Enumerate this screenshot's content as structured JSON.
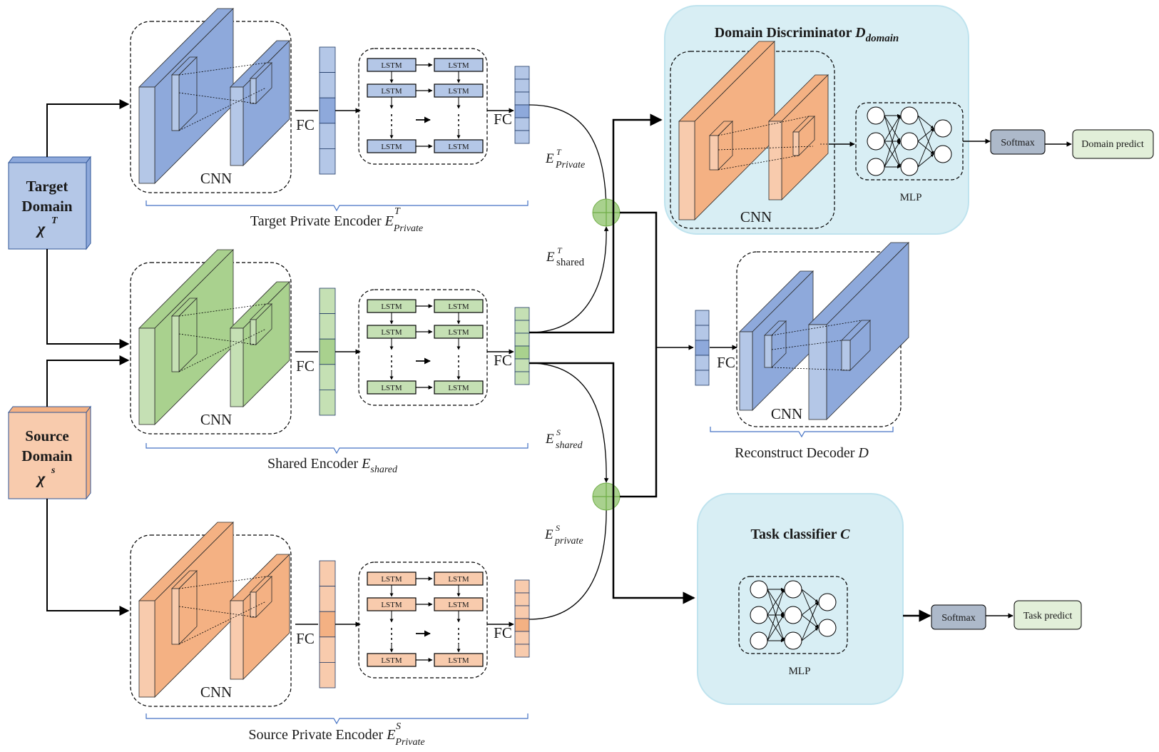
{
  "domains": {
    "target": {
      "line1": "Target",
      "line2": "Domain",
      "symbol": "χ",
      "sup": "T"
    },
    "source": {
      "line1": "Source",
      "line2": "Domain",
      "symbol": "χ",
      "sup": "s"
    }
  },
  "encoders": {
    "target": {
      "label": "Target Private Encoder ",
      "sym": "E",
      "sup": "T",
      "sub": "Private"
    },
    "shared": {
      "label": "Shared Encoder ",
      "sym": "E",
      "sub": "shared"
    },
    "source": {
      "label": "Source Private Encoder ",
      "sym": "E",
      "sup": "S",
      "sub": "Private"
    }
  },
  "common": {
    "cnn": "CNN",
    "fc": "FC",
    "lstm": "LSTM",
    "mlp": "MLP",
    "softmax": "Softmax"
  },
  "feature_labels": {
    "target_private": {
      "sym": "E",
      "sup": "T",
      "sub": "Private"
    },
    "target_shared": {
      "sym": "E",
      "sup": "T",
      "sub": "shared"
    },
    "source_shared": {
      "sym": "E",
      "sup": "S",
      "sub": "shared"
    },
    "source_private": {
      "sym": "E",
      "sup": "S",
      "sub": "private"
    }
  },
  "discriminator": {
    "title": "Domain Discriminator ",
    "sym": "D",
    "sub": "domain",
    "output": "Domain predict"
  },
  "decoder": {
    "label": "Reconstruct Decoder ",
    "sym": "D"
  },
  "classifier": {
    "title": "Task classifier ",
    "sym": "C",
    "output": "Task predict"
  },
  "colors": {
    "blue_fill": "#b4c7e7",
    "blue_dark": "#8ea9db",
    "green_fill": "#c5e0b4",
    "green_dark": "#a9d18e",
    "orange_fill": "#f8cbad",
    "orange_dark": "#f4b183",
    "panel_bg": "#d8eef4",
    "panel_border": "#bfe3ee",
    "brace": "#4472c4",
    "plus": "#a9d18e",
    "softmax": "#adb9ca",
    "predict": "#e2efd9"
  }
}
